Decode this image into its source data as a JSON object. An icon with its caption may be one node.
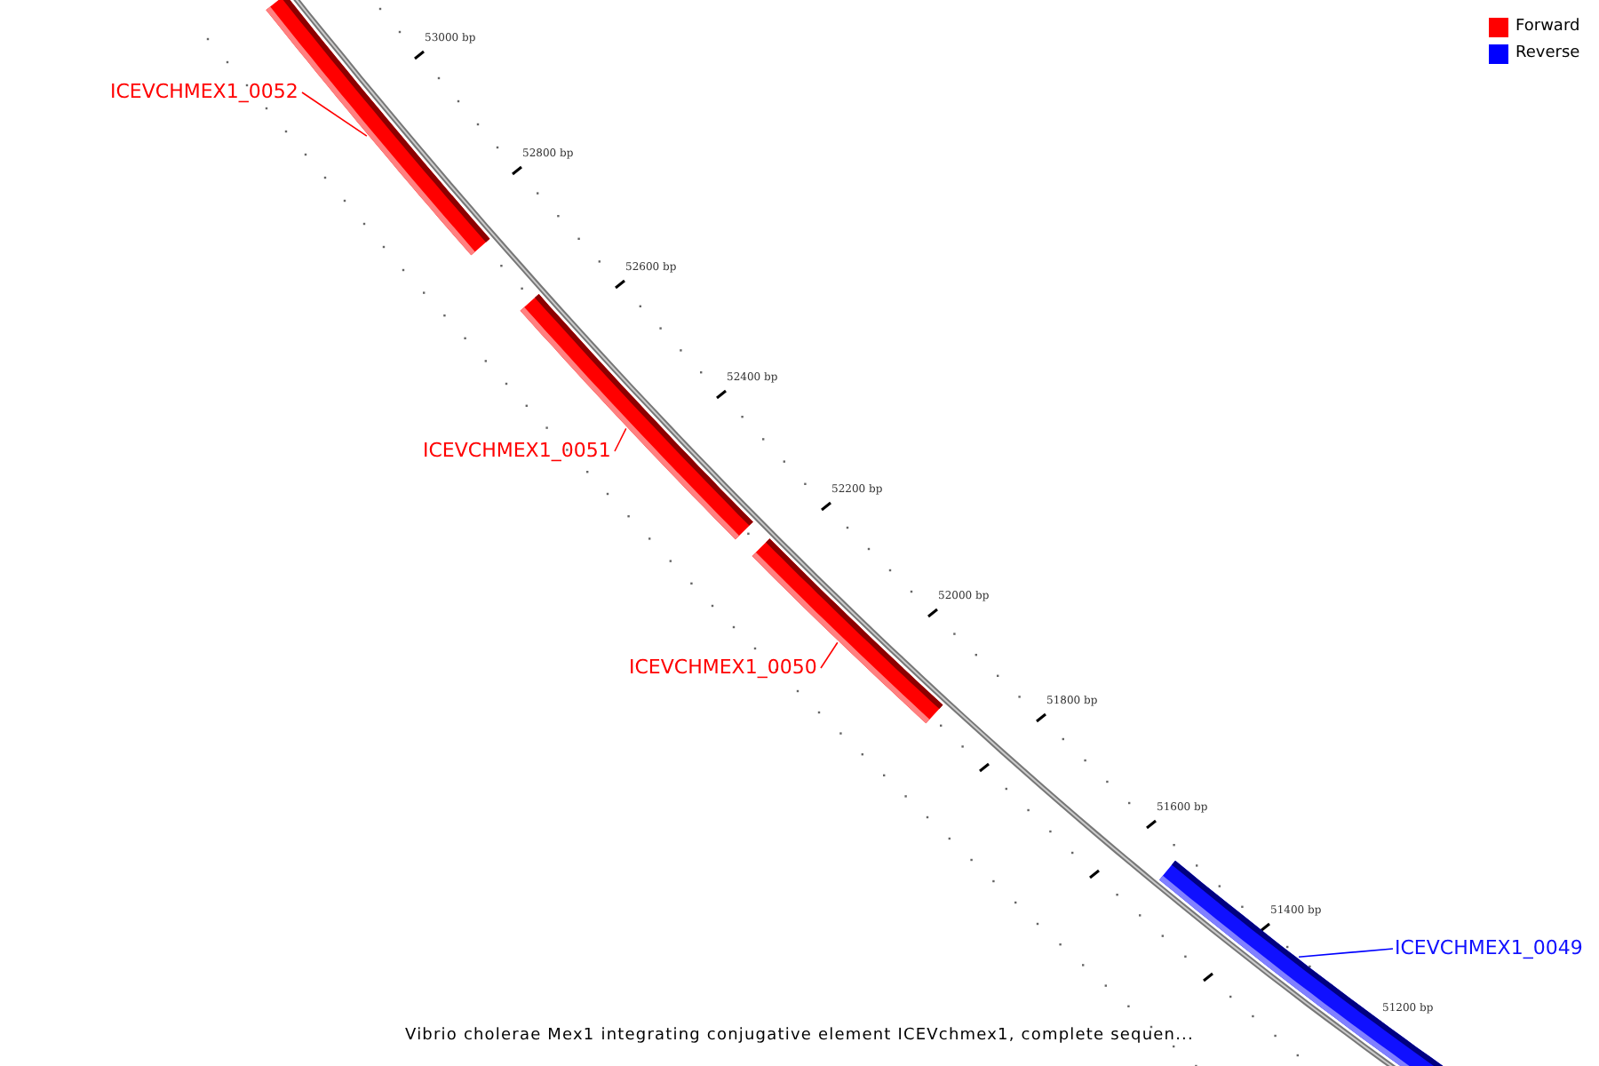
{
  "diagram": {
    "caption": "Vibrio cholerae Mex1 integrating conjugative element ICEVchmex1, complete sequen...",
    "nodes": [
      {
        "text": [
          "ICEVCHMEX1_0052"
        ]
      },
      {
        "text": [],
        "shape": "bar"
      },
      {
        "text": [
          "ICEVCHMEX1_0051"
        ]
      },
      {
        "text": [],
        "shape": "bar"
      },
      {
        "text": [
          "ICEVCHMEX1_0050"
        ]
      },
      {
        "text": [],
        "shape": "bar"
      },
      {
        "text": [
          "ICEVCHMEX1_0049"
        ]
      },
      {
        "text": [],
        "shape": "bar"
      }
    ],
    "edges": [
      {
        "from": 0,
        "to": 1,
        "arrow": "none"
      },
      {
        "from": 2,
        "to": 3,
        "arrow": "none"
      },
      {
        "from": 4,
        "to": 5,
        "arrow": "none"
      },
      {
        "from": 6,
        "to": 7,
        "arrow": "none",
        "color": "#0000ff"
      }
    ],
    "labels": [
      "53000 bp",
      "52800 bp",
      "52600 bp",
      "52400 bp",
      "52200 bp",
      "52000 bp",
      "51800 bp",
      "51600 bp",
      "51400 bp",
      "51200 bp"
    ],
    "legend": [
      {
        "text": "Forward",
        "color": "#ff0000"
      },
      {
        "text": "Reverse",
        "color": "#0000ff"
      }
    ]
  }
}
